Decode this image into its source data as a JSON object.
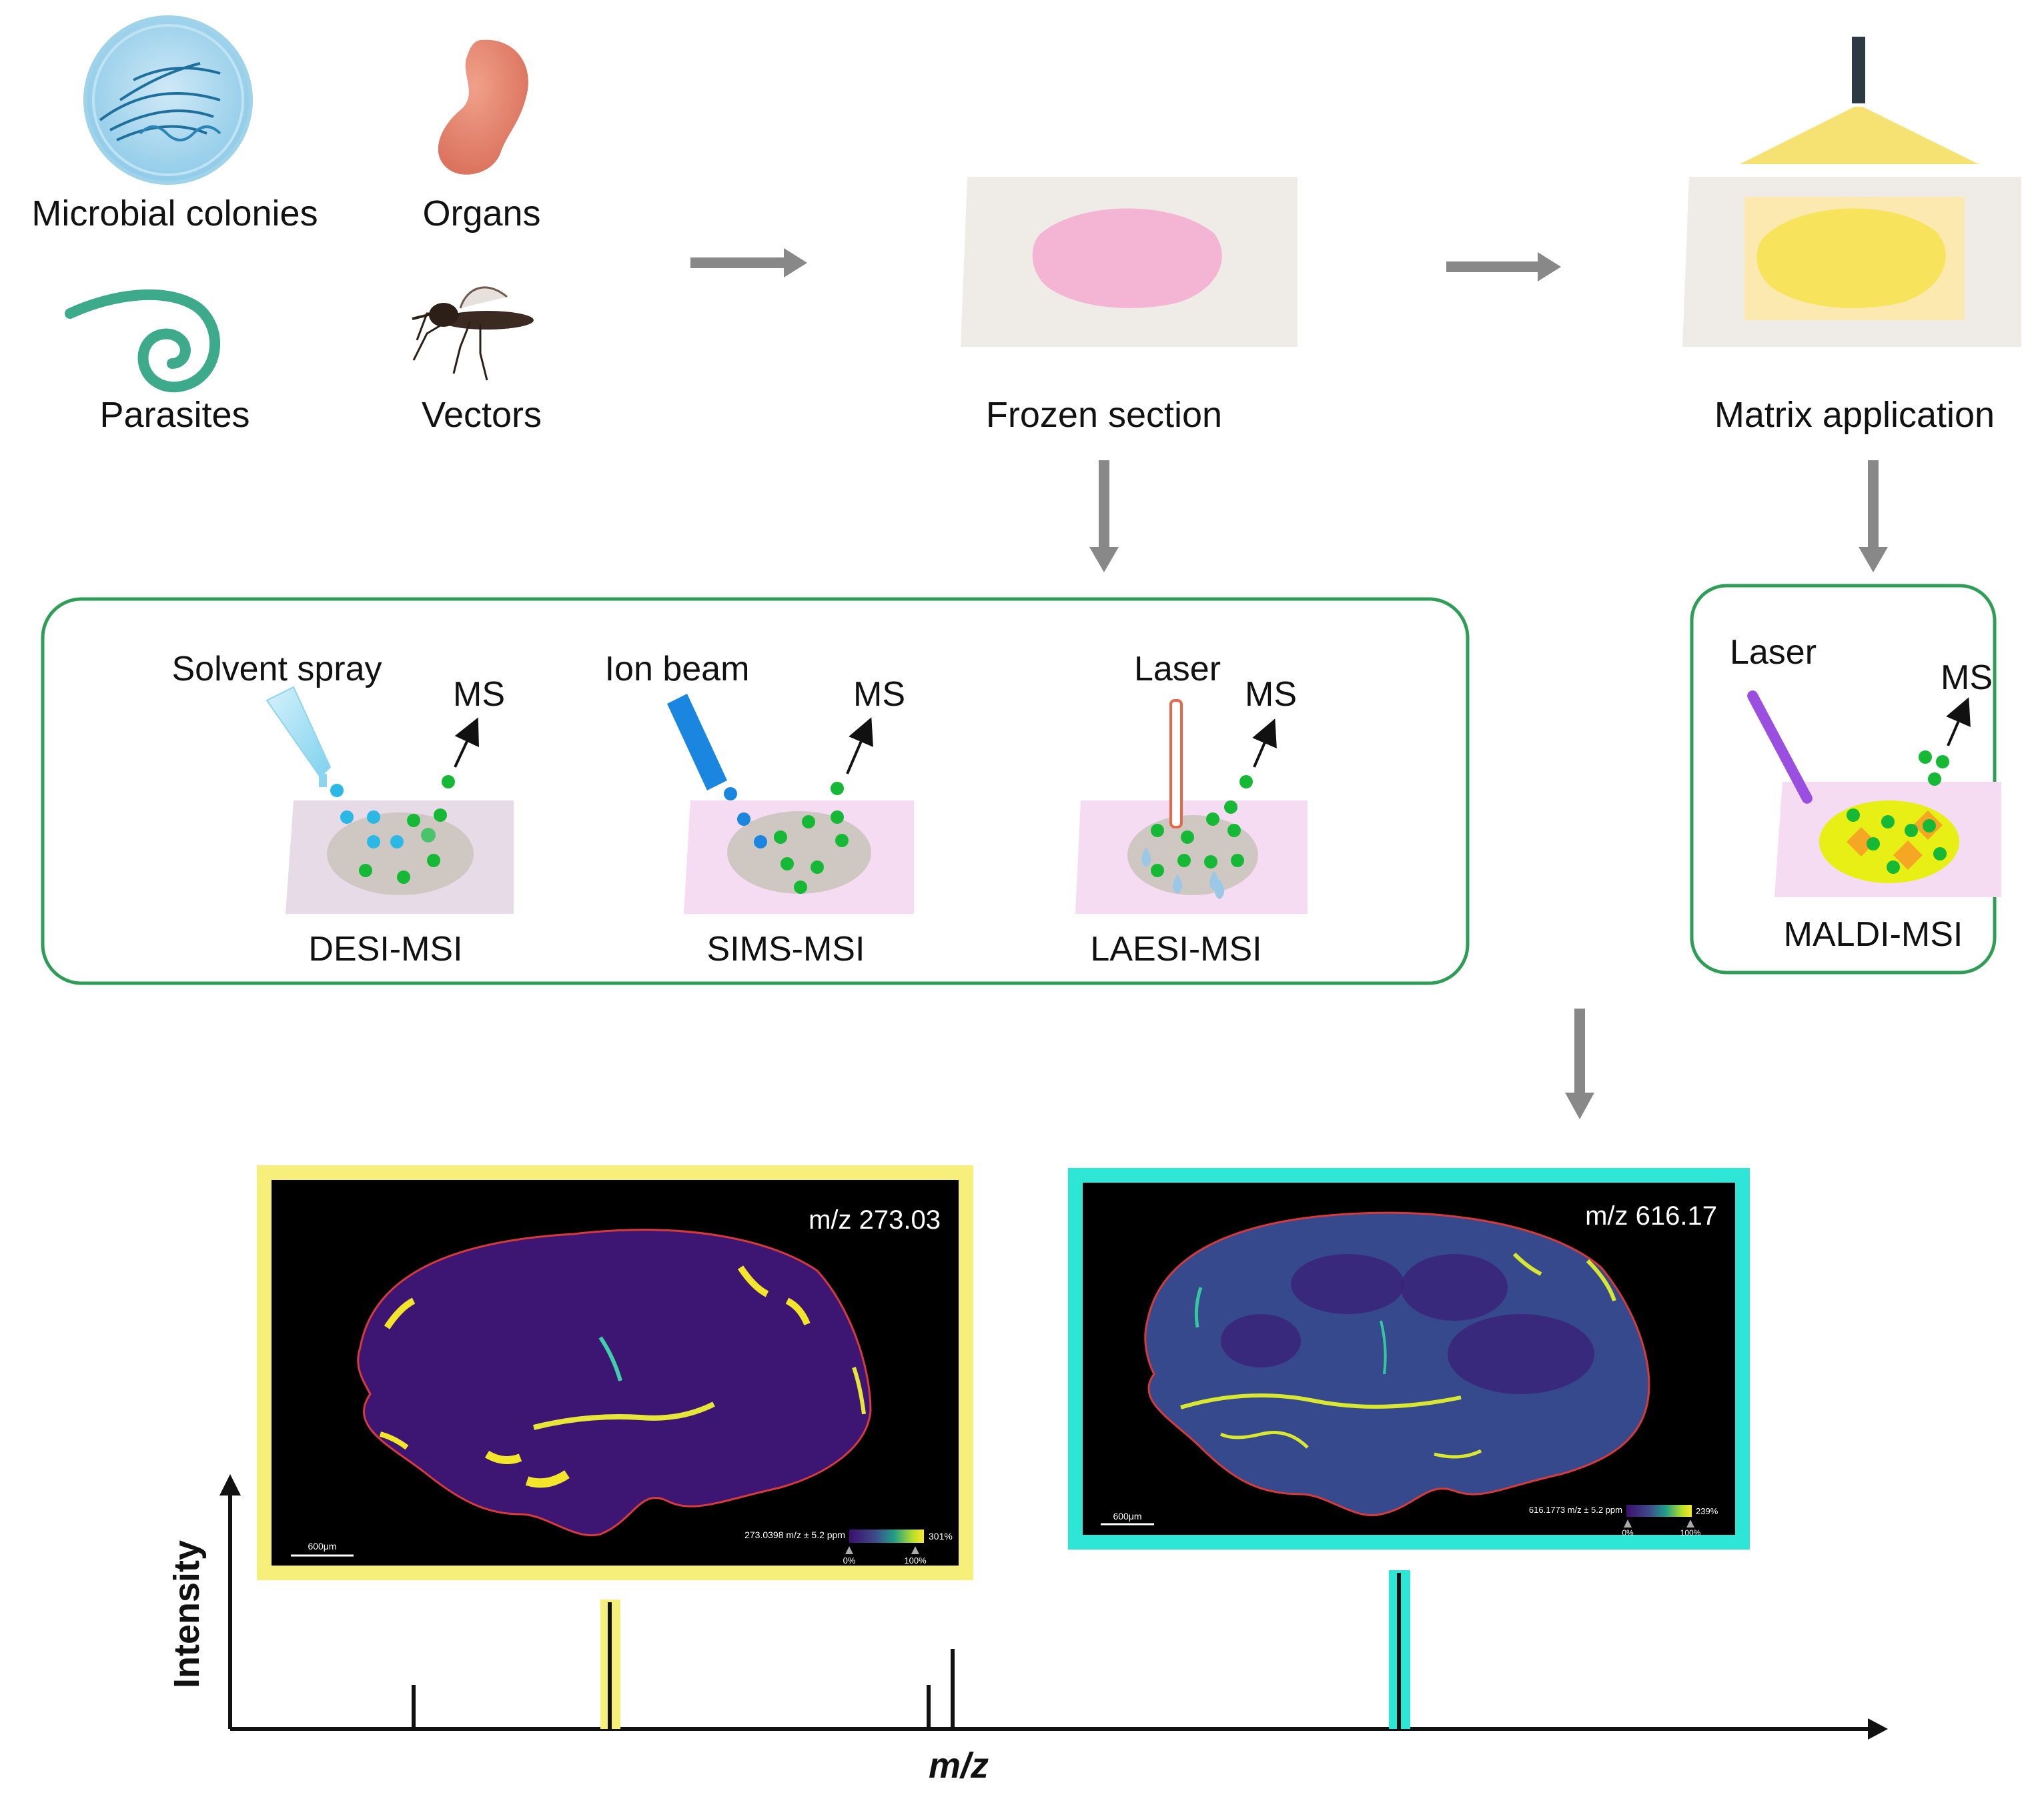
{
  "sources": {
    "microbial": "Microbial colonies",
    "organs": "Organs",
    "parasites": "Parasites",
    "vectors": "Vectors"
  },
  "steps": {
    "frozen": "Frozen section",
    "matrix": "Matrix application"
  },
  "techniques": {
    "desi": {
      "probe": "Solvent spray",
      "ms": "MS",
      "name": "DESI-MSI"
    },
    "sims": {
      "probe": "Ion beam",
      "ms": "MS",
      "name": "SIMS-MSI"
    },
    "laesi": {
      "probe": "Laser",
      "ms": "MS",
      "name": "LAESI-MSI"
    },
    "maldi": {
      "probe": "Laser",
      "ms": "MS",
      "name": "MALDI-MSI"
    }
  },
  "images": {
    "left": {
      "mz": "m/z 273.03",
      "scale": "600μm",
      "colorbar": "273.0398 m/z ± 5.2 ppm",
      "cb_max": "301%",
      "cb_0": "0%",
      "cb_100": "100%",
      "frame_color": "#f6ef7a"
    },
    "right": {
      "mz": "m/z 616.17",
      "scale": "600μm",
      "colorbar": "616.1773 m/z ± 5.2 ppm",
      "cb_max": "239%",
      "cb_0": "0%",
      "cb_100": "100%",
      "frame_color": "#2ee6d6"
    }
  },
  "spectrum": {
    "ylabel": "Intensity",
    "xlabel": "m/z",
    "highlight_colors": [
      "#f6ef7a",
      "#2ee6d6"
    ]
  }
}
